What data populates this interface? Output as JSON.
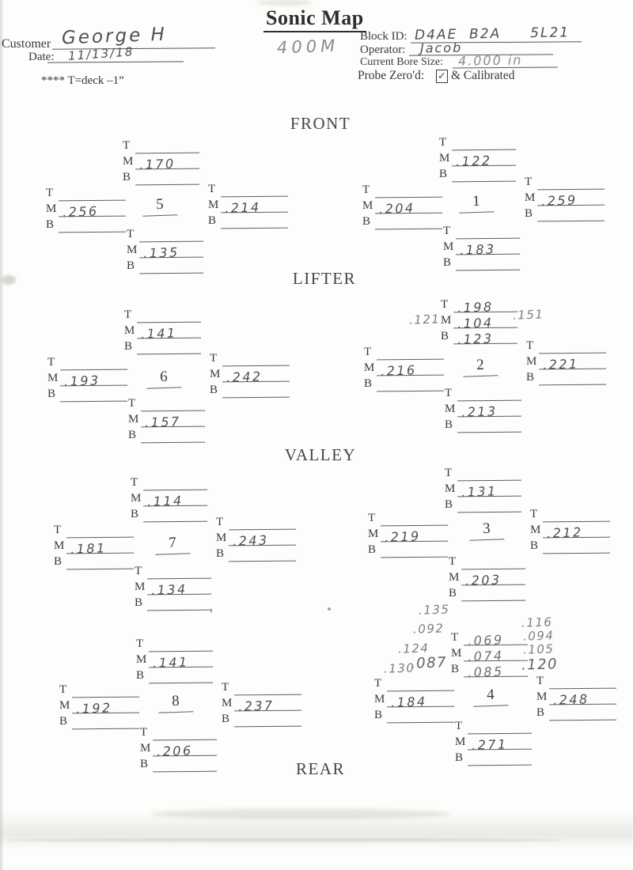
{
  "title": "Sonic Map",
  "form": {
    "customer_label": "Customer",
    "customer_value": "George H",
    "date_label": "Date:",
    "date_value": "11/13/18",
    "pencil_note": "400M",
    "block_id_label": "Block ID:",
    "block_id_value": "D4AE  B2A     5L21",
    "operator_label": "Operator:",
    "operator_value": "Jacob",
    "bore_size_label": "Current Bore Size:",
    "bore_size_value": "4.000 in",
    "probe_label": "Probe Zero'd:",
    "probe_checkmark": "✓",
    "calibrated_label": "& Calibrated",
    "deck_note": "**** T=deck –1”"
  },
  "row_labels": {
    "t": "T",
    "m": "M",
    "b": "B"
  },
  "sections": {
    "front": "FRONT",
    "lifter": "LIFTER",
    "valley": "VALLEY",
    "rear": "REAR"
  },
  "cylinders": [
    {
      "number": "1",
      "top": {
        "t": "",
        "m": ".122",
        "b": ""
      },
      "left": {
        "t": "",
        "m": ".204",
        "b": ""
      },
      "right": {
        "t": "",
        "m": ".259",
        "b": ""
      },
      "bottom": {
        "t": "",
        "m": ".183",
        "b": ""
      }
    },
    {
      "number": "2",
      "top": {
        "t": ".198",
        "m": ".104",
        "b": ".123"
      },
      "left": {
        "t": "",
        "m": ".216",
        "b": ""
      },
      "right": {
        "t": "",
        "m": ".221",
        "b": ""
      },
      "bottom": {
        "t": "",
        "m": ".213",
        "b": ""
      },
      "annotations": {
        "left_of_top_m": ".121",
        "right_of_top_m": ".151"
      }
    },
    {
      "number": "3",
      "top": {
        "t": "",
        "m": ".131",
        "b": ""
      },
      "left": {
        "t": "",
        "m": ".219",
        "b": ""
      },
      "right": {
        "t": "",
        "m": ".212",
        "b": ""
      },
      "bottom": {
        "t": "",
        "m": ".203",
        "b": ""
      }
    },
    {
      "number": "4",
      "top": {
        "t": ".069",
        "m": ".074",
        "b": ".085"
      },
      "left": {
        "t": "",
        "m": ".184",
        "b": ""
      },
      "right": {
        "t": "",
        "m": ".248",
        "b": ""
      },
      "bottom": {
        "t": "",
        "m": ".271",
        "b": ""
      },
      "annotations": {
        "left_column": [
          ".135",
          ".092",
          ".124",
          ".130"
        ],
        "left_of_top_b": ".087",
        "right_column": [
          ".116",
          ".094",
          ".105",
          ".120"
        ]
      }
    },
    {
      "number": "5",
      "top": {
        "t": "",
        "m": ".170",
        "b": ""
      },
      "left": {
        "t": "",
        "m": ".256",
        "b": ""
      },
      "right": {
        "t": "",
        "m": ".214",
        "b": ""
      },
      "bottom": {
        "t": "",
        "m": ".135",
        "b": ""
      }
    },
    {
      "number": "6",
      "top": {
        "t": "",
        "m": ".141",
        "b": ""
      },
      "left": {
        "t": "",
        "m": ".193",
        "b": ""
      },
      "right": {
        "t": "",
        "m": ".242",
        "b": ""
      },
      "bottom": {
        "t": "",
        "m": ".157",
        "b": ""
      }
    },
    {
      "number": "7",
      "top": {
        "t": "",
        "m": ".114",
        "b": ""
      },
      "left": {
        "t": "",
        "m": ".181",
        "b": ""
      },
      "right": {
        "t": "",
        "m": ".243",
        "b": ""
      },
      "bottom": {
        "t": "",
        "m": ".134",
        "b": ""
      }
    },
    {
      "number": "8",
      "top": {
        "t": "",
        "m": ".141",
        "b": ""
      },
      "left": {
        "t": "",
        "m": ".192",
        "b": ""
      },
      "right": {
        "t": "",
        "m": ".237",
        "b": ""
      },
      "bottom": {
        "t": "",
        "m": ".206",
        "b": ""
      }
    }
  ]
}
